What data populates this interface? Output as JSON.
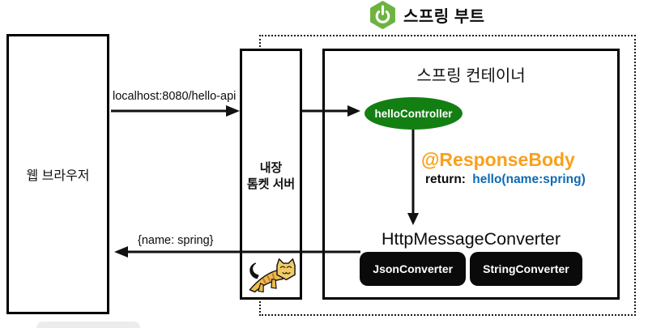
{
  "header": {
    "logo_label": "스프링 부트"
  },
  "browser": {
    "label": "웹 브라우저"
  },
  "tomcat": {
    "label_line1": "내장",
    "label_line2": "톰켓 서버"
  },
  "spring_container": {
    "title": "스프링 컨테이너",
    "controller_label": "helloController",
    "annotation": "@ResponseBody",
    "return_prefix": "return:",
    "return_value": "hello(name:spring)",
    "converter_title": "HttpMessageConverter",
    "converters": [
      "JsonConverter",
      "StringConverter"
    ]
  },
  "flows": {
    "request_label": "localhost:8080/hello-api",
    "response_label": "{name: spring}"
  },
  "colors": {
    "spring_logo_green": "#6db33f",
    "controller_ellipse_green": "#137f13",
    "annotation_orange": "#f9a01b",
    "return_value_blue": "#0f6ab4",
    "converter_badge_black": "#0a0a0a",
    "arrow_black": "#111111"
  }
}
